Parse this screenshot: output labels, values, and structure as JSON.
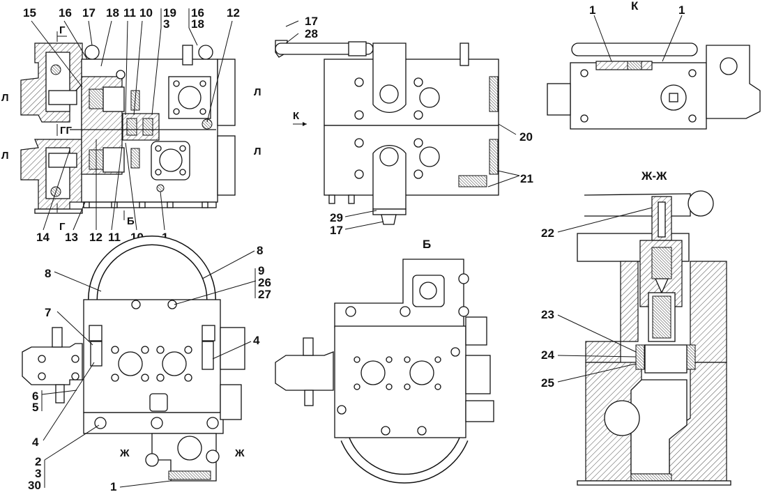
{
  "drawing": {
    "subject": "Hydraulic distributor valve block assembly — views and sections",
    "views": {
      "main_section": {
        "top_labels": [
          "15",
          "16",
          "17",
          "18",
          "11",
          "10",
          "19",
          "3",
          "16",
          "18",
          "12"
        ],
        "bottom_labels": [
          "14",
          "13",
          "12",
          "11",
          "10",
          "1"
        ],
        "section_marks": {
          "l_left_top": "Л",
          "l_left_bottom": "Л",
          "l_right_top": "Л",
          "l_right_bottom": "Л",
          "g_top": "Г",
          "g_mid": "ГГ",
          "g_bottom": "Г",
          "b_arrow": "Б"
        }
      },
      "side_view": {
        "labels": {
          "l17_top": "17",
          "l28": "28",
          "l20": "20",
          "l21": "21",
          "l29": "29",
          "l17_bottom": "17"
        },
        "view_arrow": "К"
      },
      "view_k": {
        "title": "К",
        "labels": [
          "1",
          "1"
        ]
      },
      "section_zh": {
        "title": "Ж-Ж",
        "labels": {
          "l22": "22",
          "l23": "23",
          "l24": "24",
          "l25": "25"
        }
      },
      "bottom_view": {
        "labels": {
          "l8_left": "8",
          "l8_right": "8",
          "l9": "9",
          "l26": "26",
          "l27": "27",
          "l7": "7",
          "l4_right": "4",
          "l6": "6",
          "l5": "5",
          "l4_left": "4",
          "l2": "2",
          "l3": "3",
          "l30": "30",
          "l1": "1"
        },
        "section_marks": {
          "zh_left": "Ж",
          "zh_right": "Ж"
        }
      },
      "view_b": {
        "title": "Б"
      }
    }
  }
}
